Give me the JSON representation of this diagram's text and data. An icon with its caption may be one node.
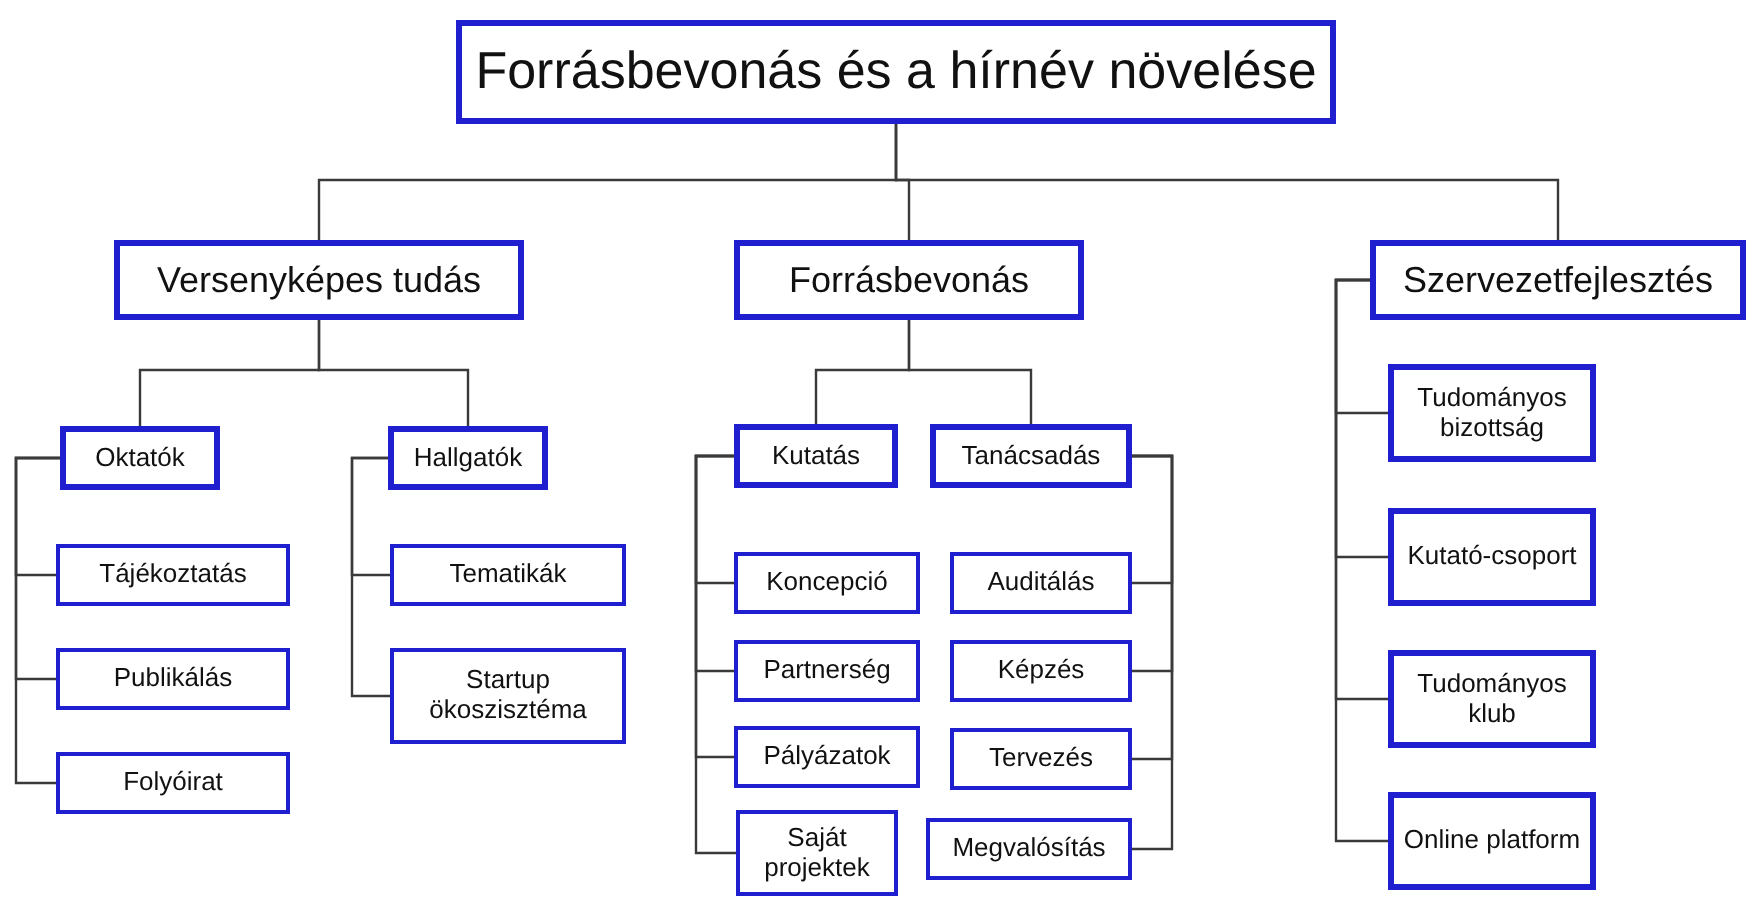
{
  "diagram": {
    "nodes": [
      {
        "text": [
          "Forrásbevonás és a hírnév növelése"
        ]
      },
      {
        "text": [
          "Versenyképes tudás"
        ]
      },
      {
        "text": [
          "Forrásbevonás"
        ]
      },
      {
        "text": [
          "Szervezetfejlesztés"
        ]
      },
      {
        "text": [
          "Oktatók"
        ]
      },
      {
        "text": [
          "Hallgatók"
        ]
      },
      {
        "text": [
          "Tájékoztatás"
        ]
      },
      {
        "text": [
          "Publikálás"
        ]
      },
      {
        "text": [
          "Folyóirat"
        ]
      },
      {
        "text": [
          "Tematikák"
        ]
      },
      {
        "text": [
          "Startup ökoszisztéma"
        ]
      },
      {
        "text": [
          "Kutatás"
        ]
      },
      {
        "text": [
          "Tanácsadás"
        ]
      },
      {
        "text": [
          "Koncepció"
        ]
      },
      {
        "text": [
          "Partnerség"
        ]
      },
      {
        "text": [
          "Pályázatok"
        ]
      },
      {
        "text": [
          "Saját projektek"
        ]
      },
      {
        "text": [
          "Auditálás"
        ]
      },
      {
        "text": [
          "Képzés"
        ]
      },
      {
        "text": [
          "Tervezés"
        ]
      },
      {
        "text": [
          "Megvalósítás"
        ]
      },
      {
        "text": [
          "Tudományos bizottság"
        ]
      },
      {
        "text": [
          "Kutató-csoport"
        ]
      },
      {
        "text": [
          "Tudományos klub"
        ]
      },
      {
        "text": [
          "Online platform"
        ]
      }
    ],
    "edges": [
      {
        "from": 0,
        "to": 1,
        "arrow": "none"
      },
      {
        "from": 0,
        "to": 2,
        "arrow": "none"
      },
      {
        "from": 0,
        "to": 3,
        "arrow": "none"
      },
      {
        "from": 1,
        "to": 4,
        "arrow": "none"
      },
      {
        "from": 1,
        "to": 5,
        "arrow": "none"
      },
      {
        "from": 4,
        "to": 6,
        "arrow": "none"
      },
      {
        "from": 4,
        "to": 7,
        "arrow": "none"
      },
      {
        "from": 4,
        "to": 8,
        "arrow": "none"
      },
      {
        "from": 5,
        "to": 9,
        "arrow": "none"
      },
      {
        "from": 5,
        "to": 10,
        "arrow": "none"
      },
      {
        "from": 2,
        "to": 11,
        "arrow": "none"
      },
      {
        "from": 2,
        "to": 12,
        "arrow": "none"
      },
      {
        "from": 11,
        "to": 13,
        "arrow": "none"
      },
      {
        "from": 11,
        "to": 14,
        "arrow": "none"
      },
      {
        "from": 11,
        "to": 15,
        "arrow": "none"
      },
      {
        "from": 11,
        "to": 16,
        "arrow": "none"
      },
      {
        "from": 12,
        "to": 17,
        "arrow": "none"
      },
      {
        "from": 12,
        "to": 18,
        "arrow": "none"
      },
      {
        "from": 12,
        "to": 19,
        "arrow": "none"
      },
      {
        "from": 12,
        "to": 20,
        "arrow": "none"
      },
      {
        "from": 3,
        "to": 21,
        "arrow": "none"
      },
      {
        "from": 3,
        "to": 22,
        "arrow": "none"
      },
      {
        "from": 3,
        "to": 23,
        "arrow": "none"
      },
      {
        "from": 3,
        "to": 24,
        "arrow": "none"
      }
    ]
  }
}
